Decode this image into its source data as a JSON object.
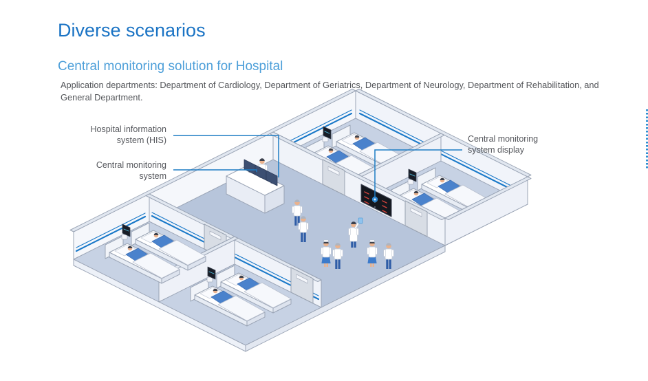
{
  "page": {
    "title": "Diverse scenarios"
  },
  "section": {
    "title": "Central monitoring solution for Hospital",
    "description": "Application departments: Department of Cardiology, Department of Geriatrics, Department of Neurology, Department of Rehabilitation, and General Department."
  },
  "callouts": {
    "his": {
      "label": "Hospital information system (HIS)"
    },
    "cms": {
      "label": "Central monitoring system"
    },
    "display": {
      "label": "Central monitoring system display"
    }
  },
  "illustration": {
    "caption": "Isometric hospital floor with four patient rooms, nurse station with monitors, and wall-mounted central monitoring display",
    "rooms": 4,
    "beds_per_room": 2
  },
  "colors": {
    "title": "#1a73c4",
    "subtitle": "#4d9fd9",
    "body_text": "#54565a",
    "callout_text": "#55575c",
    "callout_line": "#1c7cc4",
    "callout_dot": "#2b86cf",
    "wall_trim_stripe": "#1878c8",
    "corridor_floor": "#b7c5db",
    "room_floor": "#c7d2e4",
    "display_screen": "#14181f",
    "display_marks": "#d5433c",
    "edge_tab": "#2e8fd2"
  }
}
